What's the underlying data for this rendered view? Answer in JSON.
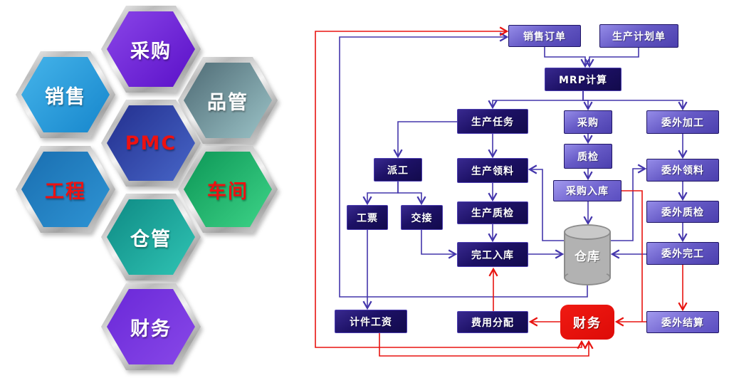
{
  "page": {
    "background": "#ffffff"
  },
  "honeycomb": {
    "items": [
      {
        "id": "caigou",
        "label": "采购",
        "text_color": "#ffffff",
        "color_from": "#8a45e8",
        "color_to": "#5a10c8"
      },
      {
        "id": "xiaoshou",
        "label": "销售",
        "text_color": "#ffffff",
        "color_from": "#45b4ea",
        "color_to": "#1686cc"
      },
      {
        "id": "pinguan",
        "label": "品管",
        "text_color": "#ffffff",
        "color_from": "#4e6a74",
        "color_to": "#9cc4c8"
      },
      {
        "id": "pmc",
        "label": "PMC",
        "text_color": "#ee1111",
        "color_from": "#232f8e",
        "color_to": "#4766c8"
      },
      {
        "id": "gongcheng",
        "label": "工程",
        "text_color": "#ee1111",
        "color_from": "#1a6eb0",
        "color_to": "#2e94d4"
      },
      {
        "id": "chejian",
        "label": "车间",
        "text_color": "#ee1111",
        "color_from": "#0c9656",
        "color_to": "#3ed488"
      },
      {
        "id": "cangguan",
        "label": "仓管",
        "text_color": "#ffffff",
        "color_from": "#0e8a84",
        "color_to": "#30c4b4"
      },
      {
        "id": "caiwu_hex",
        "label": "财务",
        "text_color": "#ffffff",
        "color_from": "#6a28d8",
        "color_to": "#8848e8"
      }
    ]
  },
  "flowchart": {
    "line_colors": {
      "blue": "#4436ac",
      "red": "#e81410"
    },
    "nodes": [
      {
        "id": "xsdd",
        "label": "销售订单",
        "style": "purple"
      },
      {
        "id": "scjhd",
        "label": "生产计划单",
        "style": "purple"
      },
      {
        "id": "mrp",
        "label": "MRP计算",
        "style": "navy"
      },
      {
        "id": "scrw",
        "label": "生产任务",
        "style": "navy"
      },
      {
        "id": "cg",
        "label": "采购",
        "style": "purple"
      },
      {
        "id": "wwjg",
        "label": "委外加工",
        "style": "purple"
      },
      {
        "id": "pg",
        "label": "派工",
        "style": "navy"
      },
      {
        "id": "scll",
        "label": "生产领料",
        "style": "navy"
      },
      {
        "id": "zj",
        "label": "质检",
        "style": "purple"
      },
      {
        "id": "cgrk",
        "label": "采购入库",
        "style": "purple2"
      },
      {
        "id": "wwll",
        "label": "委外领料",
        "style": "purple"
      },
      {
        "id": "gp",
        "label": "工票",
        "style": "navy"
      },
      {
        "id": "jj",
        "label": "交接",
        "style": "navy"
      },
      {
        "id": "sczj",
        "label": "生产质检",
        "style": "navy"
      },
      {
        "id": "wwzj",
        "label": "委外质检",
        "style": "purple"
      },
      {
        "id": "wgrk",
        "label": "完工入库",
        "style": "navy"
      },
      {
        "id": "ck",
        "label": "仓库",
        "style": "cyl"
      },
      {
        "id": "wwwg",
        "label": "委外完工",
        "style": "purple"
      },
      {
        "id": "jjgz",
        "label": "计件工资",
        "style": "navy"
      },
      {
        "id": "fyfp",
        "label": "费用分配",
        "style": "navy"
      },
      {
        "id": "cw",
        "label": "财务",
        "style": "red"
      },
      {
        "id": "wwjs",
        "label": "委外结算",
        "style": "purple2"
      }
    ],
    "edges": [
      {
        "from": "xsdd",
        "to": "mrp",
        "color": "blue"
      },
      {
        "from": "scjhd",
        "to": "mrp",
        "color": "blue"
      },
      {
        "from": "mrp",
        "to": "scrw",
        "color": "blue"
      },
      {
        "from": "mrp",
        "to": "cg",
        "color": "blue"
      },
      {
        "from": "mrp",
        "to": "wwjg",
        "color": "blue"
      },
      {
        "from": "scrw",
        "to": "pg",
        "color": "blue"
      },
      {
        "from": "scrw",
        "to": "scll",
        "color": "blue"
      },
      {
        "from": "pg",
        "to": "gp",
        "color": "blue"
      },
      {
        "from": "pg",
        "to": "jj",
        "color": "blue"
      },
      {
        "from": "gp",
        "to": "jjgz",
        "color": "blue"
      },
      {
        "from": "jj",
        "to": "wgrk",
        "color": "blue"
      },
      {
        "from": "scll",
        "to": "sczj",
        "color": "blue"
      },
      {
        "from": "sczj",
        "to": "wgrk",
        "color": "blue"
      },
      {
        "from": "wgrk",
        "to": "ck",
        "color": "blue"
      },
      {
        "from": "cg",
        "to": "zj",
        "color": "blue"
      },
      {
        "from": "zj",
        "to": "cgrk",
        "color": "blue"
      },
      {
        "from": "cgrk",
        "to": "ck",
        "color": "blue"
      },
      {
        "from": "wwjg",
        "to": "wwll",
        "color": "blue"
      },
      {
        "from": "wwll",
        "to": "wwzj",
        "color": "blue"
      },
      {
        "from": "wwzj",
        "to": "wwwg",
        "color": "blue"
      },
      {
        "from": "wwwg",
        "to": "ck",
        "color": "blue"
      },
      {
        "from": "ck",
        "to": "scll",
        "color": "blue"
      },
      {
        "from": "ck",
        "to": "wwll",
        "color": "blue"
      },
      {
        "from": "ck",
        "to": "xsdd",
        "color": "blue"
      },
      {
        "from": "cgrk",
        "to": "cw",
        "color": "red",
        "nohead": true
      },
      {
        "from": "wwjs",
        "to": "cw",
        "color": "red"
      },
      {
        "from": "wwwg",
        "to": "wwjs",
        "color": "red"
      },
      {
        "from": "cw",
        "to": "fyfp",
        "color": "red"
      },
      {
        "from": "fyfp",
        "to": "wgrk",
        "color": "red"
      },
      {
        "from": "jjgz",
        "to": "cw",
        "color": "red"
      },
      {
        "from": "cw",
        "to": "xsdd",
        "color": "red",
        "bidir": true
      }
    ]
  }
}
